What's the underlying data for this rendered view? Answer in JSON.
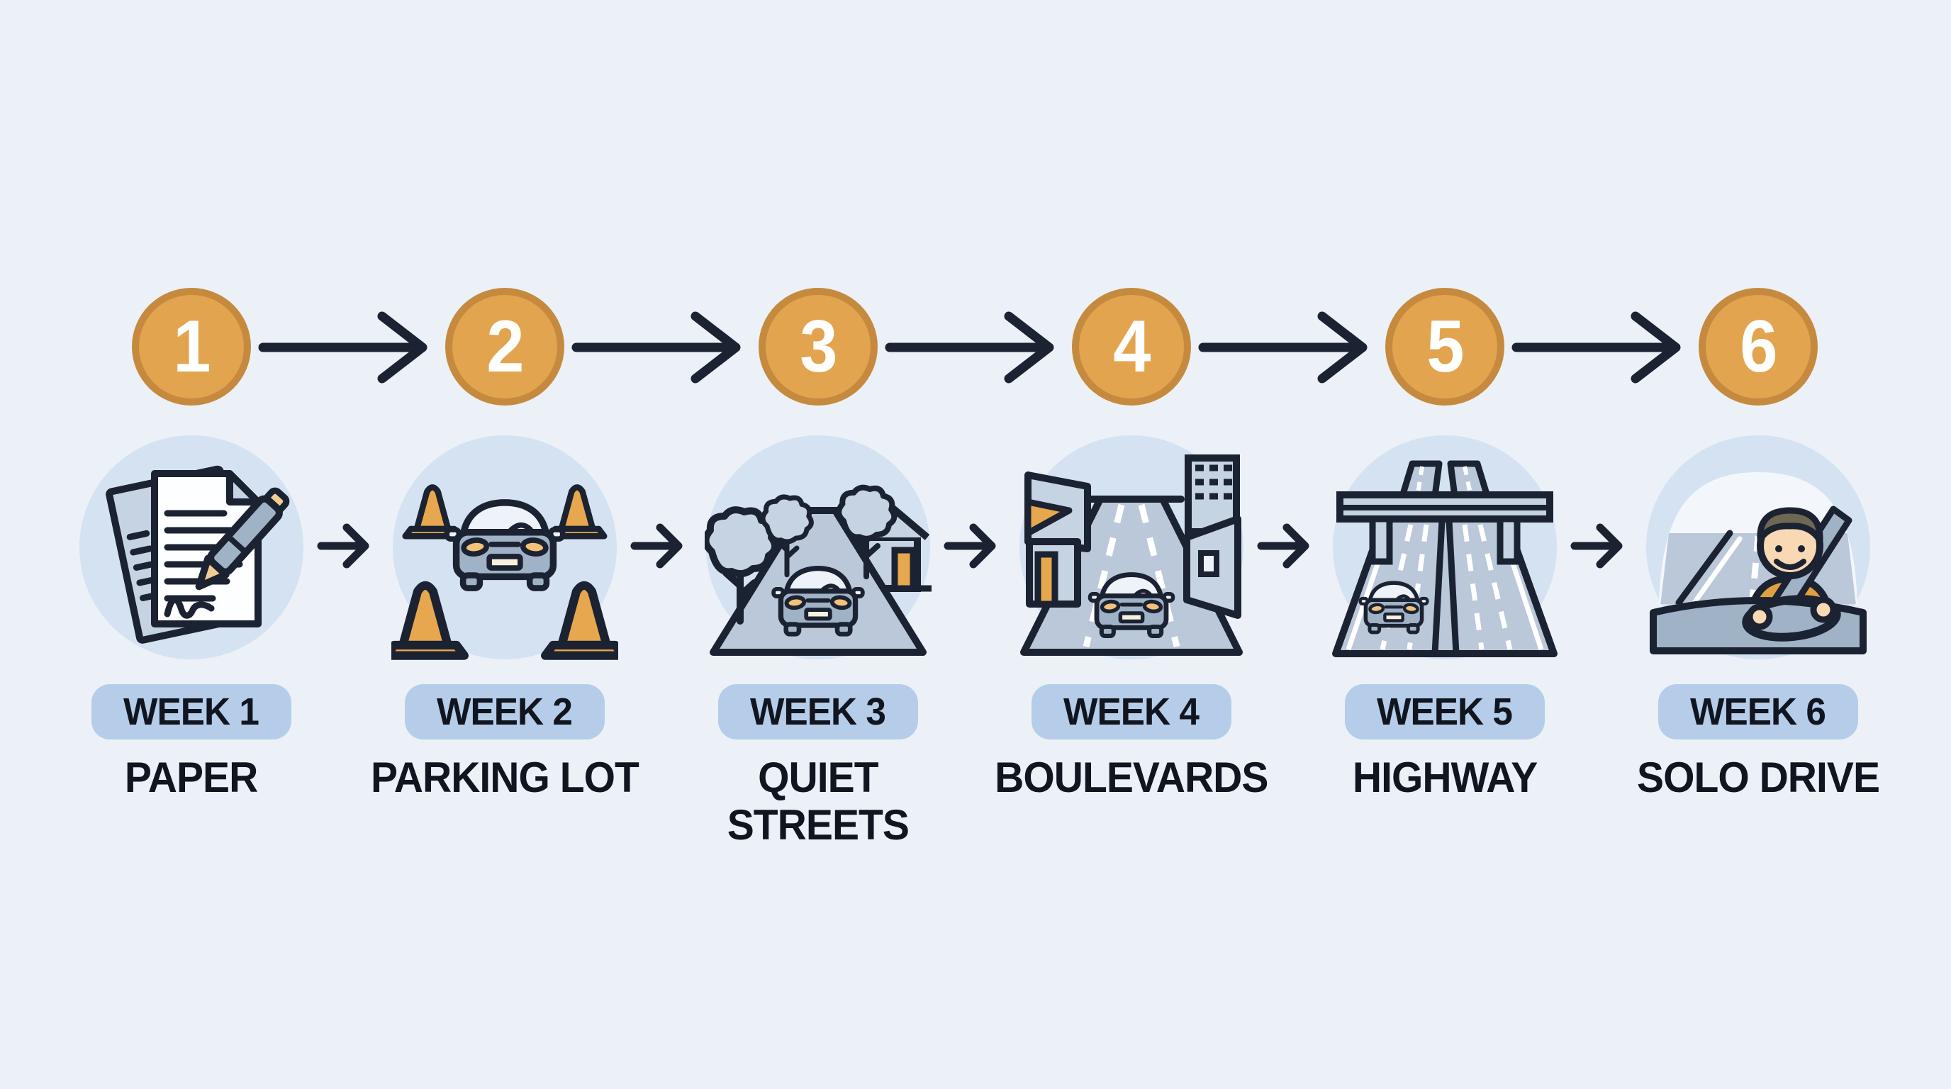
{
  "title": "six week driving progression timeline",
  "colors": {
    "background": "#ebf1f7",
    "number_circle_fill": "#e2a44f",
    "number_circle_ring": "#c58a3e",
    "number_text": "#ffffff",
    "arrow": "#1b2231",
    "icon_medallion": "#d5e2f1",
    "badge_background": "#b6cde9",
    "text": "#10151f",
    "accent_orange": "#e7a74e"
  },
  "timeline": {
    "steps": [
      {
        "number": "1",
        "week": "WEEK 1",
        "caption": "PAPER",
        "icon": "paper-and-pen-icon"
      },
      {
        "number": "2",
        "week": "WEEK 2",
        "caption": "PARKING LOT",
        "icon": "car-with-cones-icon"
      },
      {
        "number": "3",
        "week": "WEEK 3",
        "caption": "QUIET\nSTREETS",
        "icon": "quiet-street-icon"
      },
      {
        "number": "4",
        "week": "WEEK 4",
        "caption": "BOULEVARDS",
        "icon": "city-boulevard-icon"
      },
      {
        "number": "5",
        "week": "WEEK 5",
        "caption": "HIGHWAY",
        "icon": "highway-icon"
      },
      {
        "number": "6",
        "week": "WEEK 6",
        "caption": "SOLO DRIVE",
        "icon": "solo-driver-icon"
      }
    ]
  }
}
